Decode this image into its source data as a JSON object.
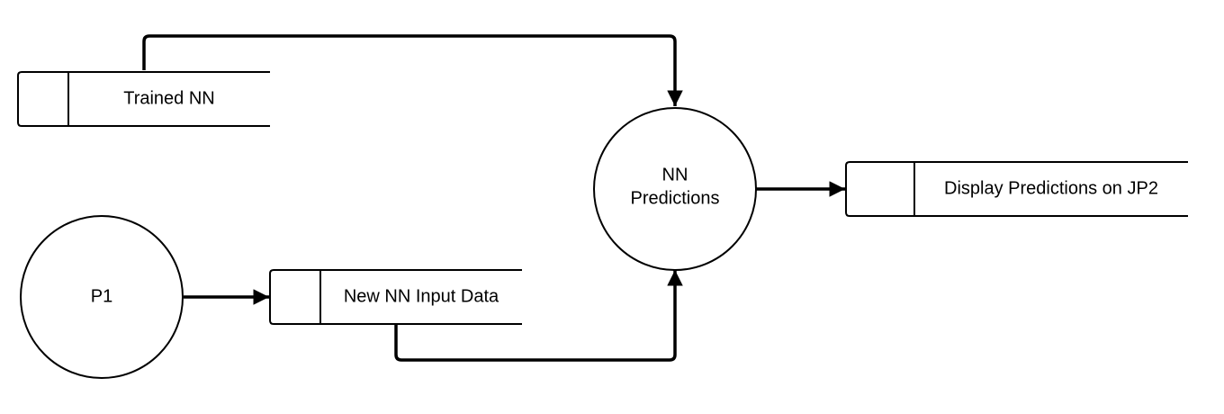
{
  "diagram": {
    "processes": {
      "p1": {
        "label": "P1"
      },
      "nn_predictions": {
        "label_lines": [
          "NN",
          "Predictions"
        ]
      }
    },
    "data_stores": {
      "trained_nn": {
        "label": "Trained NN"
      },
      "new_nn_input_data": {
        "label": "New NN Input Data"
      },
      "display_predictions": {
        "label": "Display Predictions on JP2"
      }
    },
    "flows": [
      {
        "from": "Trained NN",
        "to": "NN Predictions"
      },
      {
        "from": "P1",
        "to": "New NN Input Data"
      },
      {
        "from": "New NN Input Data",
        "to": "NN Predictions"
      },
      {
        "from": "NN Predictions",
        "to": "Display Predictions on JP2"
      }
    ],
    "colors": {
      "stroke": "#000000",
      "fill": "#ffffff",
      "text": "#000000"
    }
  }
}
